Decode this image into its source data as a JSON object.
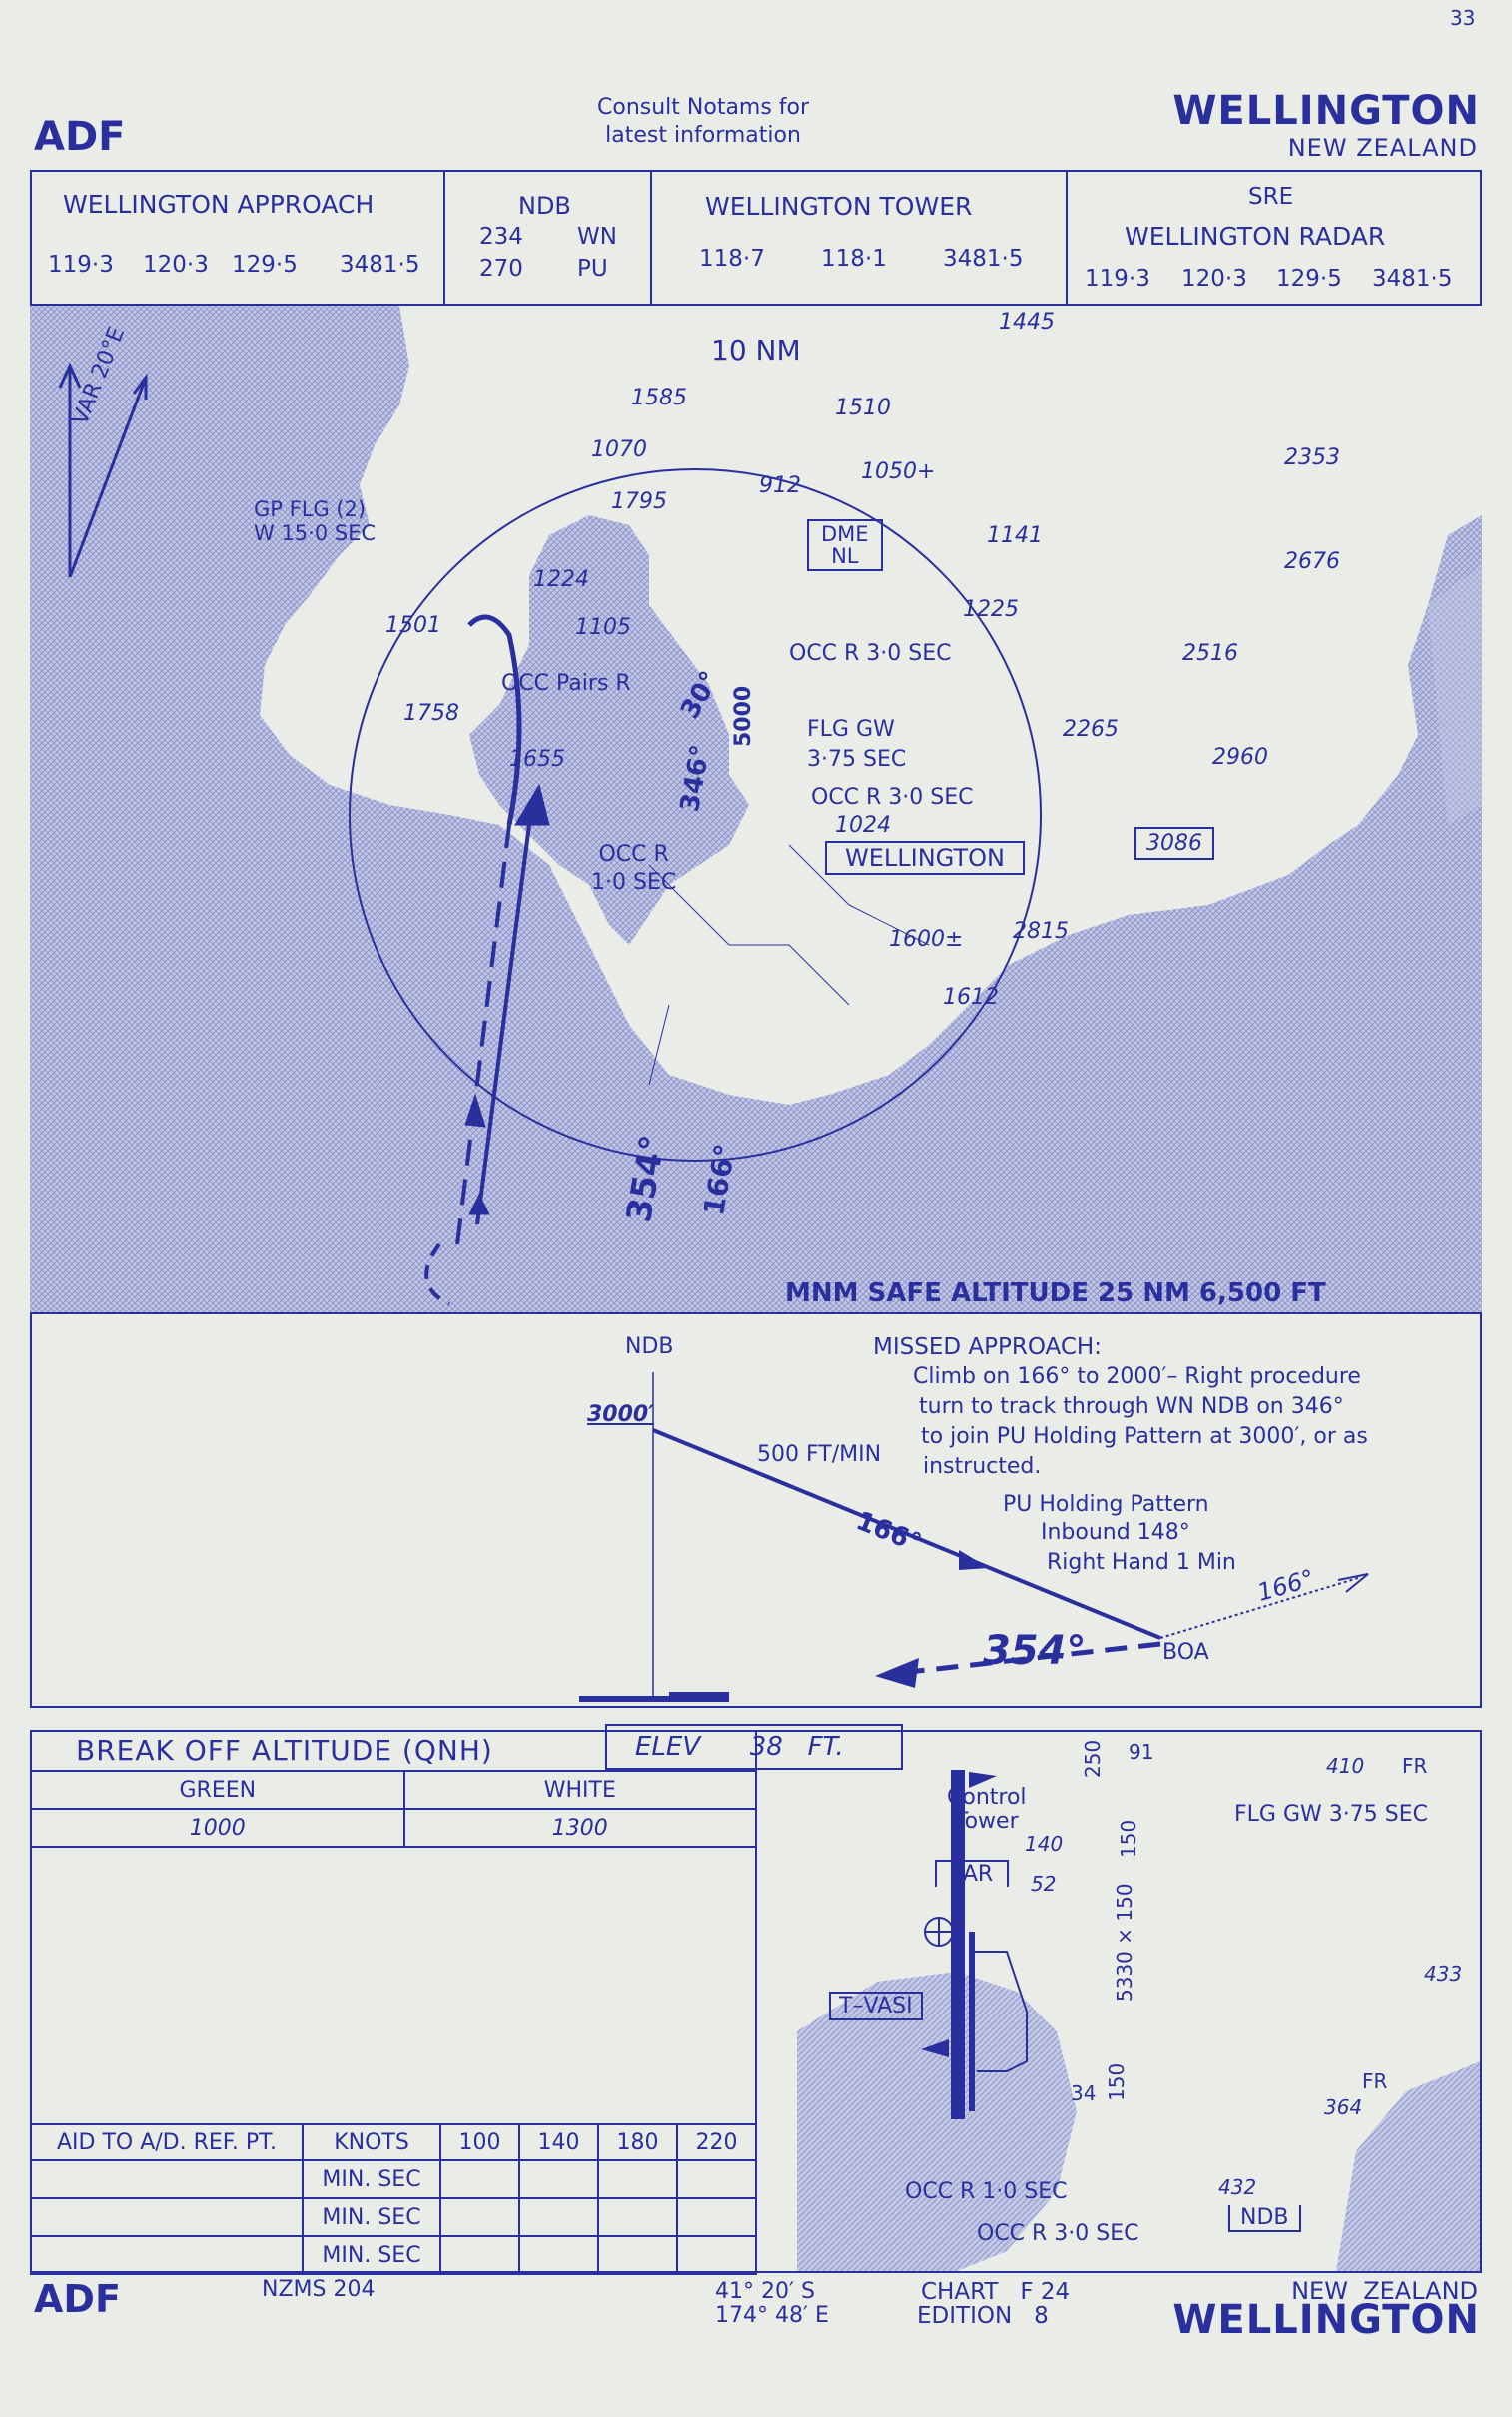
{
  "page_number": "33",
  "header": {
    "procedure_type": "ADF",
    "notice": "Consult Notams for\nlatest information",
    "airport": "WELLINGTON",
    "country": "NEW ZEALAND"
  },
  "frequencies": {
    "approach": {
      "title": "WELLINGTON APPROACH",
      "freqs": [
        "119·3",
        "120·3",
        "129·5",
        "3481·5"
      ]
    },
    "ndb": {
      "title": "NDB",
      "rows": [
        [
          "234",
          "WN"
        ],
        [
          "270",
          "PU"
        ]
      ]
    },
    "tower": {
      "title": "WELLINGTON TOWER",
      "freqs": [
        "118·7",
        "118·1",
        "3481·5"
      ]
    },
    "radar": {
      "title": "SRE",
      "subtitle": "WELLINGTON RADAR",
      "freqs": [
        "119·3",
        "120·3",
        "129·5",
        "3481·5"
      ]
    }
  },
  "plan_view": {
    "range_ring": "10 NM",
    "variation": "VAR 20°E",
    "min_safe_altitude": "MNM SAFE ALTITUDE 25 NM 6,500 FT",
    "inbound_course": "354°",
    "outbound_course": "166°",
    "arc_label": "5000",
    "turn_angle": "30°",
    "final_turn": "346°",
    "spot_heights": [
      "1445",
      "1585",
      "1510",
      "1070",
      "1050+",
      "1795",
      "912",
      "1141",
      "1224",
      "1501",
      "1105",
      "1225",
      "2353",
      "2676",
      "2516",
      "1758",
      "1655",
      "2265",
      "2960",
      "1024",
      "3086",
      "1600±",
      "2815",
      "1612"
    ],
    "lights": {
      "gp_flg": "GP FLG (2)\nW 15·0 SEC",
      "occ_pairs": "OCC Pairs R",
      "occ_r3a": "OCC R 3·0 SEC",
      "flg_gw": "FLG GW\n3·75 SEC",
      "occ_r3b": "OCC R 3·0 SEC",
      "occ_r1": "OCC R\n1·0 SEC"
    },
    "dme": "DME\nNL",
    "city": "WELLINGTON"
  },
  "profile": {
    "ndb_label": "NDB",
    "altitude": "3000′",
    "descent_rate": "500 FT/MIN",
    "outbound": "166°",
    "inbound": "354°",
    "fix": "BOA",
    "missed_title": "MISSED APPROACH:",
    "missed_text": [
      "Climb on 166° to 2000′– Right procedure",
      "turn to track through WN NDB on 346°",
      "to join PU Holding Pattern at 3000′, or as",
      "instructed."
    ],
    "holding": [
      "PU  Holding Pattern",
      "Inbound 148°",
      "Right Hand  1 Min"
    ]
  },
  "minima": {
    "title": "BREAK OFF ALTITUDE (QNH)",
    "elev": "ELEV      38   FT.",
    "headers": [
      "GREEN",
      "WHITE"
    ],
    "values": [
      "1000",
      "1300"
    ]
  },
  "timing": {
    "header": [
      "AID TO A/D. REF. PT.",
      "KNOTS",
      "100",
      "140",
      "180",
      "220"
    ],
    "rows": [
      "MIN. SEC",
      "MIN. SEC",
      "MIN. SEC"
    ]
  },
  "aerodrome": {
    "runway_numbers": [
      "250",
      "91",
      "150",
      "5330 × 150",
      "34",
      "150"
    ],
    "control_tower": "Control\nTower",
    "tower_height": "140",
    "par": "PAR",
    "par_height": "52",
    "tvasi": "T–VASI",
    "fr1": "410",
    "fr1_label": "FR",
    "flg_gw": "FLG GW 3·75 SEC",
    "h433": "433",
    "fr2_label": "FR",
    "h364": "364",
    "h432": "432",
    "ndb": "NDB",
    "occ_r1": "OCC R 1·0 SEC",
    "occ_r3": "OCC R 3·0 SEC"
  },
  "footer": {
    "procedure_type": "ADF",
    "map_ref": "NZMS 204",
    "lat": "41° 20′ S",
    "lon": "174° 48′ E",
    "chart": "CHART   F 24",
    "edition": "EDITION   8",
    "country": "NEW  ZEALAND",
    "airport": "WELLINGTON"
  },
  "colors": {
    "ink": "#2a2f9e",
    "paper": "#e9ece7",
    "water": "#b9bfe0"
  }
}
